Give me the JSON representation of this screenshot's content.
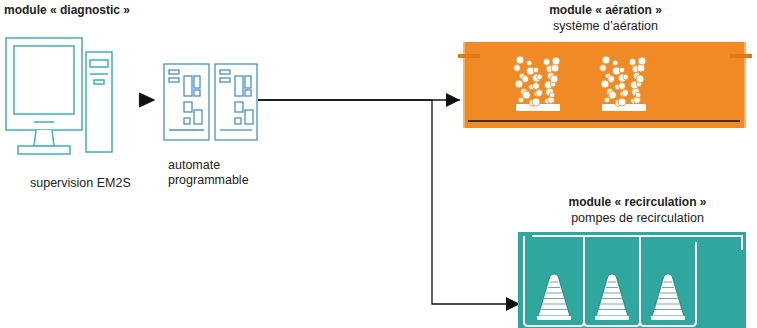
{
  "diagram": {
    "nodes": [
      {
        "text": [
          "module « diagnostic »",
          "supervision EM2S"
        ]
      },
      {
        "text": [
          "automate programmable"
        ]
      },
      {
        "text": [
          "module « aération »",
          "système d’aération"
        ]
      },
      {
        "text": [
          "module « recirculation »",
          "pompes de recirculation"
        ]
      }
    ],
    "edges": [
      {
        "from": 0,
        "to": 1,
        "arrow": "to"
      },
      {
        "from": 1,
        "to": 2,
        "arrow": "to"
      },
      {
        "from": 1,
        "to": 3,
        "arrow": "to"
      }
    ]
  }
}
